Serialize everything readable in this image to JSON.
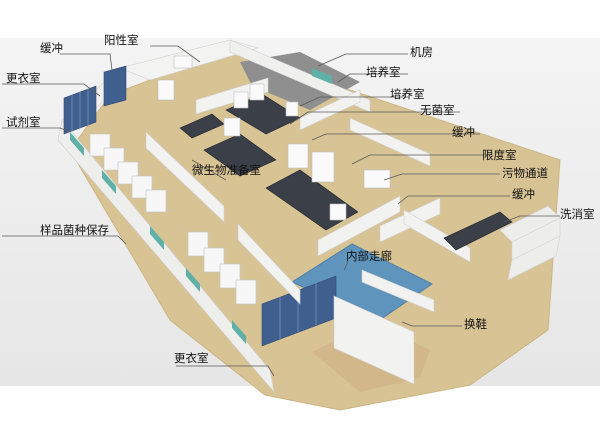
{
  "diagram": {
    "labels": {
      "buffer_top": "缓冲",
      "positive_room": "阳性室",
      "changing_room_top": "更衣室",
      "reagent_room": "试剂室",
      "sample_storage": "样品菌种保存",
      "changing_room_bottom": "更衣室",
      "micro_prep_room": "微生物准备室",
      "inner_corridor": "内部走廊",
      "machine_room": "机房",
      "culture_room_1": "培养室",
      "culture_room_2": "培养室",
      "sterile_room": "无菌室",
      "buffer_right_1": "缓冲",
      "limit_room": "限度室",
      "dirt_passage": "污物通道",
      "buffer_right_2": "缓冲",
      "wash_sterilize_room": "洗消室",
      "shoe_change": "换鞋"
    },
    "colors": {
      "floor": "#d9c496",
      "corridor_floor": "#5f94bc",
      "walls": "#f1f1ef",
      "cabinets": "#3f5f8f",
      "accent_glass": "#5fb0a7",
      "leader_lines": "#5a5a5a"
    }
  }
}
